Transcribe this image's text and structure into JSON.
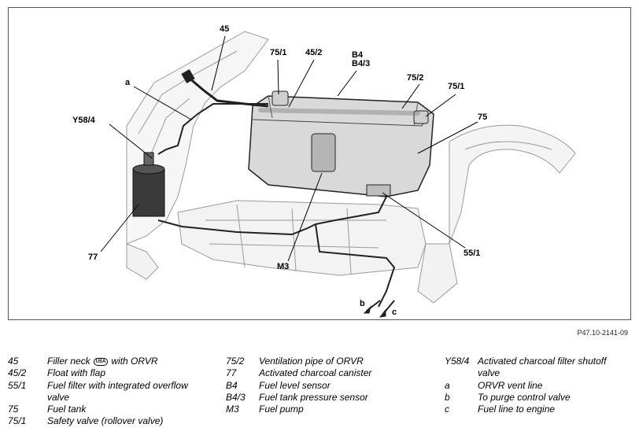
{
  "callouts": {
    "c45": "45",
    "c75_1_top": "75/1",
    "c45_2": "45/2",
    "cB4": "B4",
    "cB4_3": "B4/3",
    "c75_2": "75/2",
    "c75_1_right": "75/1",
    "c75": "75",
    "ca": "a",
    "cY58_4": "Y58/4",
    "c77": "77",
    "cM3": "M3",
    "c55_1": "55/1",
    "cb": "b",
    "cc": "c"
  },
  "figure_ref": "P47.10-2141-09",
  "legend": {
    "col1": [
      {
        "code": "45",
        "desc_before": "Filler neck",
        "badge": "USA",
        "desc_after": "with ORVR"
      },
      {
        "code": "45/2",
        "desc": "Float with flap"
      },
      {
        "code": "55/1",
        "desc": "Fuel filter with integrated overflow"
      },
      {
        "code": "",
        "desc": "valve"
      },
      {
        "code": "75",
        "desc": "Fuel tank"
      },
      {
        "code": "75/1",
        "desc": "Safety valve (rollover valve)"
      }
    ],
    "col2": [
      {
        "code": "75/2",
        "desc": "Ventilation pipe of ORVR"
      },
      {
        "code": "77",
        "desc": "Activated charcoal canister"
      },
      {
        "code": "B4",
        "desc": "Fuel level sensor"
      },
      {
        "code": "B4/3",
        "desc": "Fuel tank pressure sensor"
      },
      {
        "code": "M3",
        "desc": "Fuel pump"
      }
    ],
    "col3": [
      {
        "code": "Y58/4",
        "desc": "Activated charcoal filter shutoff"
      },
      {
        "code": "",
        "desc": "valve"
      },
      {
        "code": "a",
        "desc": "ORVR vent line"
      },
      {
        "code": "b",
        "desc": "To purge control valve"
      },
      {
        "code": "c",
        "desc": "Fuel line to engine"
      }
    ]
  }
}
